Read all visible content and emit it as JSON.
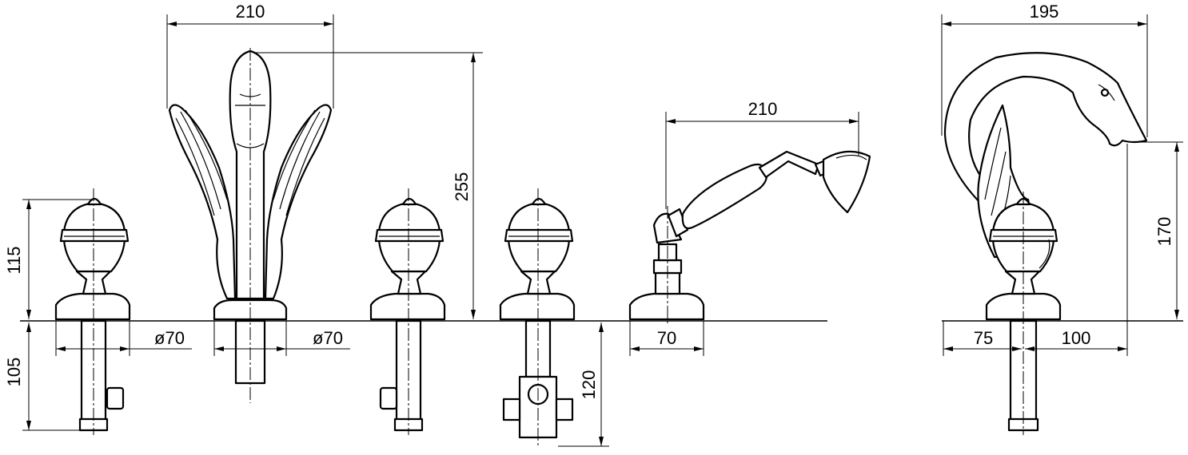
{
  "drawing": {
    "colors": {
      "line": "#000000",
      "background": "#ffffff"
    },
    "dimensions": {
      "spout_width": "210",
      "spout_height": "255",
      "spout_base_diameter": "ø70",
      "left_handle_base_diameter": "ø70",
      "handle_height": "115",
      "handle_below_deck": "105",
      "diverter_below_deck": "120",
      "handshower_length": "210",
      "handshower_base": "70",
      "swan_width": "195",
      "swan_spout_height": "170",
      "swan_rear": "75",
      "swan_reach": "100"
    },
    "components": [
      "left-handle",
      "spout-with-wings",
      "right-handle",
      "diverter-handle",
      "hand-shower",
      "swan-spout-side-view"
    ]
  }
}
